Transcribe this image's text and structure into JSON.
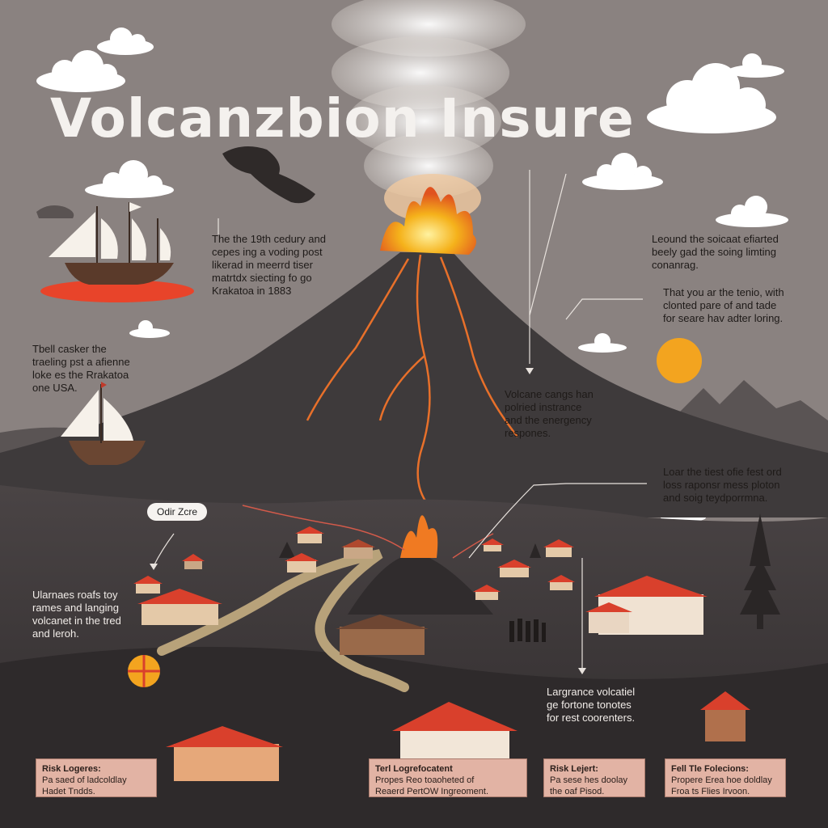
{
  "title": "Volcanzbion Insure",
  "notes": {
    "history": "The the 19th cedury and\ncepes ing a voding post\nlikerad in meerrd tiser\nmatrtdx siecting fo go\nKrakatoa in 1883",
    "trading": "Tbell casker the\ntraeling pst a afienne\nloke es the Rrakatoa\none USA.",
    "claims": "Leound the soicaat efiarted\nbeely gad the soing limting\nconanrag.",
    "coverage": "That you ar the tenio, with\nclonted pare of and tade\nfor seare hav adter loring.",
    "response": "Volcane cangs han\npolried instrance\nand the energency\nrespones.",
    "losses": "Loar the tiest ofie fest ord\nloss raponsr mess ploton\nand soig teydporrmna.",
    "lava": "Ularnaes roafs toy\nrames and langing\nvolcanet in the tred\nand leroh.",
    "assessment": "Largrance volcatiel\nge fortone tonotes\nfor rest coorenters."
  },
  "callout": "Odir Zcre",
  "cards": [
    {
      "title": "Risk Logeres:",
      "text": "Pa saed of ladcoldlay\nHadet Tndds."
    },
    {
      "title": "Terl Logrefocatent",
      "text": "Propes Reo toaoheted of\nReaerd PertOW Ingreoment."
    },
    {
      "title": "Risk Lejert:",
      "text": "Pa sese hes doolay\nthe oaf Pisod."
    },
    {
      "title": "Fell Tle Folecions:",
      "text": "Propere Erea hoe doldlay\nFroa ts Flies Irvoon."
    }
  ],
  "colors": {
    "sky": "#8a8280",
    "mountain": "#3e3a3b",
    "lava": "#e8702a",
    "roof": "#d9402c",
    "sun": "#f3a41f",
    "card": "#e2b3a4"
  }
}
